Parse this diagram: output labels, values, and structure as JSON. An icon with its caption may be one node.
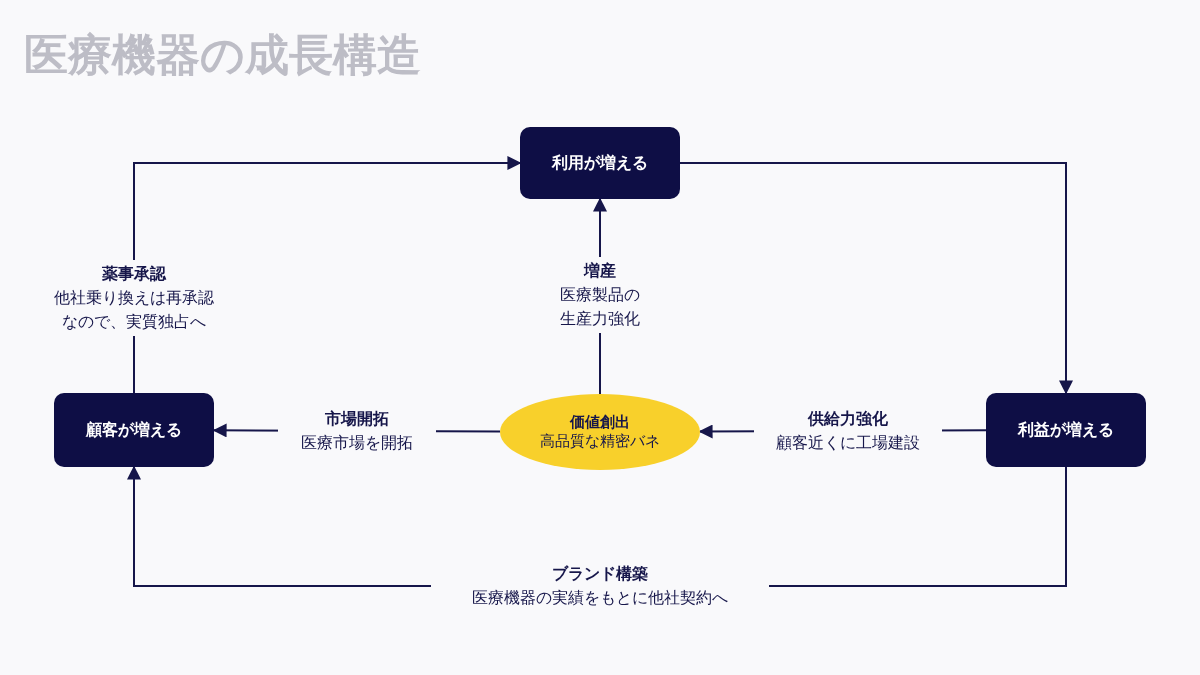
{
  "diagram": {
    "title": "医療機器の成長構造",
    "nodes": [
      {
        "text": [
          "利用が増える"
        ]
      },
      {
        "text": [
          "利益が増える"
        ]
      },
      {
        "text": [
          "顧客が増える"
        ]
      },
      {
        "text": [
          "価値創出",
          "高品質な精密バネ"
        ]
      }
    ],
    "edges": [
      {
        "from": 0,
        "to": 1,
        "arrow": "to"
      },
      {
        "from": 1,
        "to": 3,
        "arrow": "to",
        "label": "**供給力強化**顧客近くに工場建設"
      },
      {
        "from": 3,
        "to": 0,
        "arrow": "to",
        "label": "**増産**医療製品の生産力強化"
      },
      {
        "from": 3,
        "to": 2,
        "arrow": "to",
        "label": "**市場開拓**医療市場を開拓"
      },
      {
        "from": 2,
        "to": 0,
        "arrow": "to",
        "label": "**薬事承認**他社乗り換えは再承認なので、実質独占へ"
      },
      {
        "from": 1,
        "to": 2,
        "arrow": "to",
        "label": "**ブランド構築**医療機器の実績をもとに他社契約へ"
      }
    ]
  }
}
